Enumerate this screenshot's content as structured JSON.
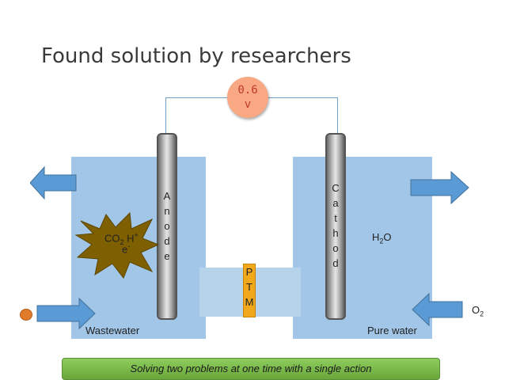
{
  "title": "Found solution by researchers",
  "voltage": {
    "value": "0.6",
    "unit": "v"
  },
  "anode": {
    "letters": [
      "A",
      "n",
      "o",
      "d",
      "e"
    ]
  },
  "cathode": {
    "letters": [
      "C",
      "a",
      "t",
      "h",
      "o",
      "d"
    ]
  },
  "ptm": {
    "letters": [
      "P",
      "T",
      "M"
    ]
  },
  "species": {
    "co2": "CO",
    "co2_sub": "2",
    "h": "H",
    "h_sup": "+",
    "e": "e",
    "e_sup": "-"
  },
  "water": {
    "h": "H",
    "sub": "2",
    "o": "O"
  },
  "oxygen": {
    "o": "O",
    "sub": "2"
  },
  "tank_labels": {
    "left": "Wastewater",
    "right": "Pure water"
  },
  "banner": "Solving two problems at one time with a single action",
  "colors": {
    "tank": "#9dc3e6",
    "arrow": "#5b9bd5",
    "ptm": "#f2a81c",
    "banner": "#70ad47",
    "voltage": "#f8a882",
    "burst": "#7f6000",
    "dot": "#e07b2a"
  }
}
